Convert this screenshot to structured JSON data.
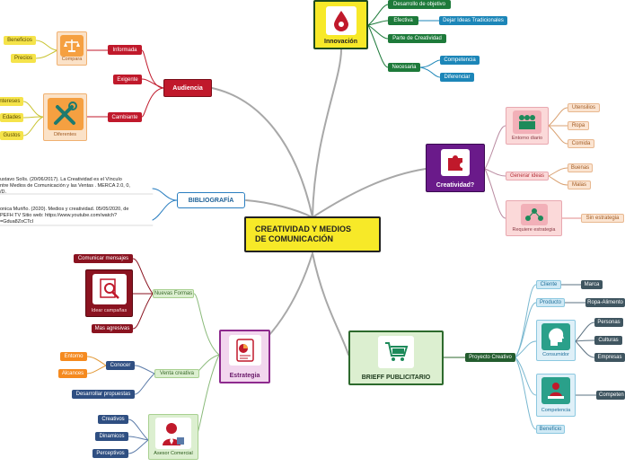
{
  "central": {
    "title_line1": "CREATIVIDAD Y MEDIOS",
    "title_line2": "DE COMUNICACIÓN"
  },
  "bibliografia": {
    "label": "BIBLIOGRAFÍA",
    "ref1": [
      "ustavo Solís. (20/06/2017). La Creatividad es el Vínculo",
      "ntre Medios de Comunicación y las Ventas . MERCA 2.0, 0,",
      "/D."
    ],
    "ref2": [
      "onica Muriño. (2020). Medios y creatividad. 05/05/2020, de",
      "PEFH TV Sitio web: https://www.youtube.com/watch?",
      "=Gdua8ZoCTcI"
    ]
  },
  "audiencia": {
    "label": "Audiencia",
    "informada": "Informada",
    "exigente": "Exigente",
    "cambiante": "Cambiante",
    "compara": "Compara",
    "beneficios": "Beneficios",
    "precios": "Precios",
    "diferentes": "Diferentes",
    "intereses": "Intereses",
    "edades": "Edades",
    "gustos": "Gustos"
  },
  "innovacion": {
    "label": "Innovación",
    "desarrollo": "Desarrollo de objetivo",
    "efectiva": "Efectiva",
    "dejar": "Dejar Ideas Tradicionales",
    "parte": "Parte de Creatividad",
    "necesaria": "Necesaria",
    "competencia": "Competencia",
    "diferenciar": "Diferenciar"
  },
  "creatividad": {
    "label": "Creatividad?",
    "entorno": "Entorno diario",
    "utensilios": "Utensilios",
    "ropa": "Ropa",
    "comida": "Comida",
    "generar": "Generar ideas",
    "buenas": "Buenas",
    "malas": "Malas",
    "requiere": "Requiere estrategia",
    "sin": "Sin estrategia"
  },
  "estrategia": {
    "label": "Estrategia",
    "nuevas": "Nuevas Formas",
    "comunicar": "Comunicar mensajes",
    "idear": "Idear campañas",
    "mas": "Mas agresivas",
    "venta": "Venta creativa",
    "conocer": "Conocer",
    "entorno": "Entorno",
    "alcances": "Alcances",
    "desarrollar": "Desarrollar propuestas",
    "asesor": "Asesor Comercial",
    "creativos": "Creativos",
    "dinamicos": "Dinamicos",
    "perceptivos": "Perceptivos"
  },
  "brief": {
    "label": "BRIEFF PUBLICITARIO",
    "proyecto": "Proyecto Creativo",
    "cliente": "Cliente",
    "marca": "Marca",
    "producto": "Producto",
    "ropa": "Ropa-Alimento",
    "consumidor": "Consumidor",
    "personas": "Personas",
    "culturas": "Culturas",
    "empresas": "Empresas",
    "competencia": "Competencia",
    "competencia_child": "Competen",
    "beneficio": "Beneficio"
  },
  "colors": {
    "audiencia": "#c0192b",
    "innovacion": "#1d7a3a",
    "creatividad": "#6a1a8a",
    "estrategia": "#8e2a8e",
    "brief": "#2d6a2d",
    "central": "#f7e928"
  }
}
